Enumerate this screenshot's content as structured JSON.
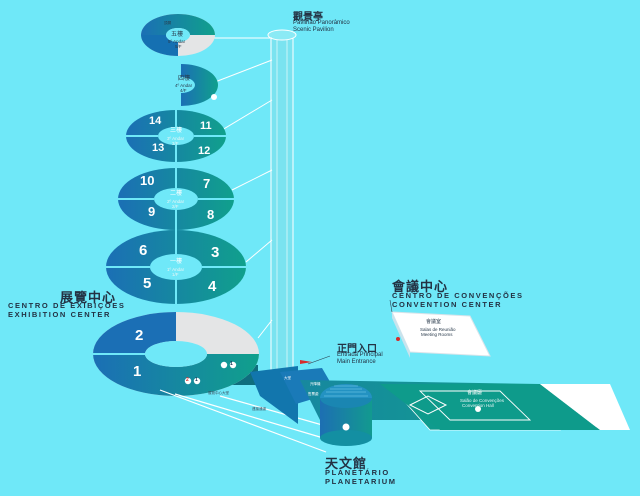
{
  "colors": {
    "background": "#6fe8f8",
    "accent_blue": "#1b74b5",
    "accent_teal": "#119b8e",
    "inactive_grey": "#e4e5e6",
    "dark_text": "#233244",
    "red_marker": "#d62b2b"
  },
  "labels": {
    "pavilion_zh": "觀景亭",
    "pavilion_pt": "Pavilhão Panorâmico",
    "pavilion_en": "Scenic Pavilion",
    "exhibition_zh": "展覽中心",
    "exhibition_pt": "CENTRO DE EXIBIÇÕES",
    "exhibition_en": "EXHIBITION CENTER",
    "convention_zh": "會議中心",
    "convention_pt": "CENTRO DE CONVENÇÕES",
    "convention_en": "CONVENTION CENTER",
    "entrance_zh": "正門入口",
    "entrance_pt": "Entrada Principal",
    "entrance_en": "Main Entrance",
    "planetarium_zh": "天文館",
    "planetarium_pt": "PLANETÁRIO",
    "planetarium_en": "PLANETARIUM",
    "meeting_zh": "會議室",
    "meeting_pt": "Salas de Reunião",
    "meeting_en": "Meeting Rooms",
    "hall_zh": "會議廳",
    "hall_pt": "Salão de Convenções",
    "hall_en": "Convention Hall"
  },
  "floors": {
    "f5": {
      "zh": "五樓",
      "pt": "5º Andar",
      "en": "5/F",
      "top": "頂層",
      "top_pt": "Terraço"
    },
    "f4": {
      "zh": "四樓",
      "pt": "4º Andar",
      "en": "4/F"
    },
    "f3": {
      "zh": "三樓",
      "pt": "3º Andar",
      "en": "3/F"
    },
    "f2": {
      "zh": "二樓",
      "pt": "2º Andar",
      "en": "2/F"
    },
    "f1": {
      "zh": "一樓",
      "pt": "1º Andar",
      "en": "1/F"
    }
  },
  "halls": [
    "1",
    "2",
    "3",
    "4",
    "5",
    "6",
    "7",
    "8",
    "9",
    "10",
    "11",
    "12",
    "13",
    "14"
  ],
  "markers": {
    "info": "1",
    "exit": "2",
    "toilet": "🚻"
  },
  "small_labels": {
    "lobby": "展覽中心大堂",
    "corridor": "連接通道",
    "foyer": "大堂",
    "lift": "升降機",
    "ticket": "售票處"
  }
}
